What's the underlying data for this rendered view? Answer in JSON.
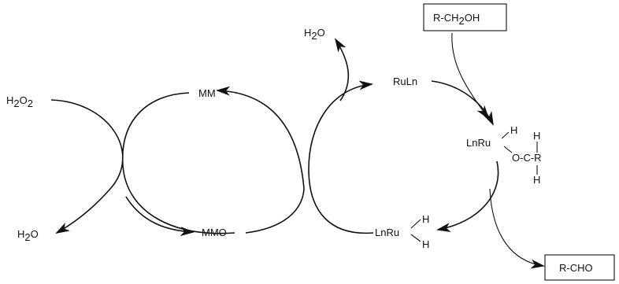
{
  "species": {
    "h2o2": {
      "main": "H",
      "sub1": "2",
      "mid": "O",
      "sub2": "2"
    },
    "h2o_left": {
      "main": "H",
      "sub": "2",
      "tail": "O"
    },
    "mm": "MM",
    "mmo": "MMO",
    "h2o_top": {
      "main": "H",
      "sub": "2",
      "tail": "O"
    },
    "ruln": "RuLn",
    "lnru_h2": {
      "base": "LnRu",
      "h_top": "H",
      "h_bottom": "H"
    },
    "alkoxide": {
      "base": "LnRu",
      "h_ru": "H",
      "o": "O-C-R",
      "h_top": "H",
      "h_bottom": "H"
    }
  },
  "substrate_box": {
    "pre": "R-CH",
    "sub": "2",
    "post": "OH"
  },
  "product_box": {
    "label": "R-CHO"
  }
}
